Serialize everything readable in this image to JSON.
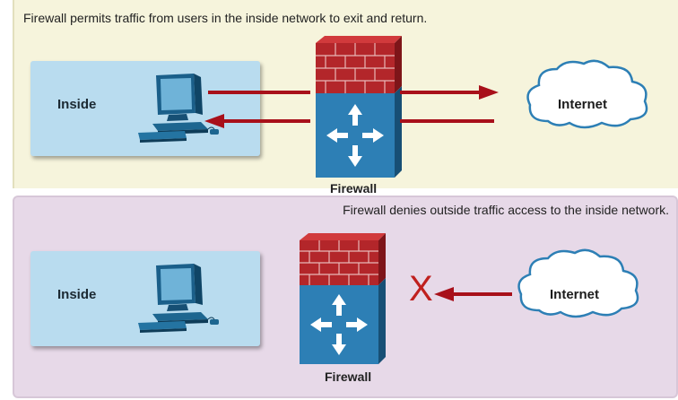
{
  "top_panel": {
    "caption": "Firewall permits traffic from users in the inside network to exit and return.",
    "inside_label": "Inside",
    "internet_label": "Internet",
    "firewall_label": "Firewall"
  },
  "bottom_panel": {
    "caption": "Firewall denies outside traffic access to the inside network.",
    "inside_label": "Inside",
    "internet_label": "Internet",
    "firewall_label": "Firewall",
    "deny_mark": "X"
  },
  "colors": {
    "arrow": "#a8101a",
    "deny": "#c0201e",
    "inside_fill": "#b9dcef",
    "firewall_blue": "#2d7fb5",
    "brick_red": "#b3262a"
  },
  "icons": [
    "pc-icon",
    "firewall-icon",
    "cloud-icon",
    "arrow-icon"
  ]
}
